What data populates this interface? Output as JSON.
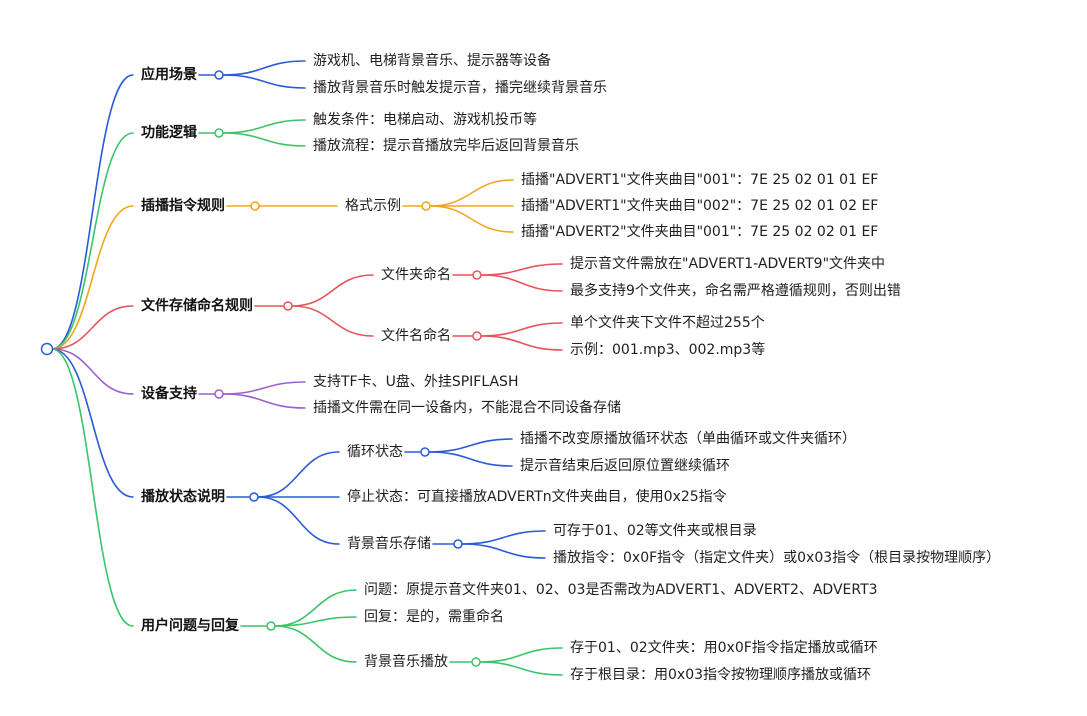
{
  "colors": {
    "blue": "#2a5bd7",
    "green": "#3cc46a",
    "orange": "#f2a51a",
    "red": "#e8535a",
    "purple": "#9b5fd0"
  },
  "map": {
    "branches": [
      {
        "id": "b1",
        "label": "应用场景",
        "color": "blue",
        "children": [
          {
            "id": "b1c1",
            "label": "游戏机、电梯背景音乐、提示器等设备"
          },
          {
            "id": "b1c2",
            "label": "播放背景音乐时触发提示音，播完继续背景音乐"
          }
        ]
      },
      {
        "id": "b2",
        "label": "功能逻辑",
        "color": "green",
        "children": [
          {
            "id": "b2c1",
            "label": "触发条件：电梯启动、游戏机投币等"
          },
          {
            "id": "b2c2",
            "label": "播放流程：提示音播放完毕后返回背景音乐"
          }
        ]
      },
      {
        "id": "b3",
        "label": "插播指令规则",
        "color": "orange",
        "children": [
          {
            "id": "b3c1",
            "label": "格式示例",
            "children": [
              {
                "id": "b3c1a",
                "label": "插播\"ADVERT1\"文件夹曲目\"001\"：7E 25 02 01 01 EF"
              },
              {
                "id": "b3c1b",
                "label": "插播\"ADVERT1\"文件夹曲目\"002\"：7E 25 02 01 02 EF"
              },
              {
                "id": "b3c1c",
                "label": "插播\"ADVERT2\"文件夹曲目\"001\"：7E 25 02 02 01 EF"
              }
            ]
          }
        ]
      },
      {
        "id": "b4",
        "label": "文件存储命名规则",
        "color": "red",
        "children": [
          {
            "id": "b4c1",
            "label": "文件夹命名",
            "children": [
              {
                "id": "b4c1a",
                "label": "提示音文件需放在\"ADVERT1-ADVERT9\"文件夹中"
              },
              {
                "id": "b4c1b",
                "label": "最多支持9个文件夹，命名需严格遵循规则，否则出错"
              }
            ]
          },
          {
            "id": "b4c2",
            "label": "文件名命名",
            "children": [
              {
                "id": "b4c2a",
                "label": "单个文件夹下文件不超过255个"
              },
              {
                "id": "b4c2b",
                "label": "示例：001.mp3、002.mp3等"
              }
            ]
          }
        ]
      },
      {
        "id": "b5",
        "label": "设备支持",
        "color": "purple",
        "children": [
          {
            "id": "b5c1",
            "label": "支持TF卡、U盘、外挂SPIFLASH"
          },
          {
            "id": "b5c2",
            "label": "插播文件需在同一设备内，不能混合不同设备存储"
          }
        ]
      },
      {
        "id": "b6",
        "label": "播放状态说明",
        "color": "blue",
        "children": [
          {
            "id": "b6c1",
            "label": "循环状态",
            "children": [
              {
                "id": "b6c1a",
                "label": "插播不改变原播放循环状态（单曲循环或文件夹循环）"
              },
              {
                "id": "b6c1b",
                "label": "提示音结束后返回原位置继续循环"
              }
            ]
          },
          {
            "id": "b6c2",
            "label": "停止状态：可直接播放ADVERTn文件夹曲目，使用0x25指令"
          },
          {
            "id": "b6c3",
            "label": "背景音乐存储",
            "children": [
              {
                "id": "b6c3a",
                "label": "可存于01、02等文件夹或根目录"
              },
              {
                "id": "b6c3b",
                "label": "播放指令：0x0F指令（指定文件夹）或0x03指令（根目录按物理顺序）"
              }
            ]
          }
        ]
      },
      {
        "id": "b7",
        "label": "用户问题与回复",
        "color": "green",
        "children": [
          {
            "id": "b7c1",
            "label": "问题：原提示音文件夹01、02、03是否需改为ADVERT1、ADVERT2、ADVERT3"
          },
          {
            "id": "b7c2",
            "label": "回复：是的，需重命名"
          },
          {
            "id": "b7c3",
            "label": "背景音乐播放",
            "children": [
              {
                "id": "b7c3a",
                "label": "存于01、02文件夹：用0x0F指令指定播放或循环"
              },
              {
                "id": "b7c3b",
                "label": "存于根目录：用0x03指令按物理顺序播放或循环"
              }
            ]
          }
        ]
      }
    ]
  }
}
